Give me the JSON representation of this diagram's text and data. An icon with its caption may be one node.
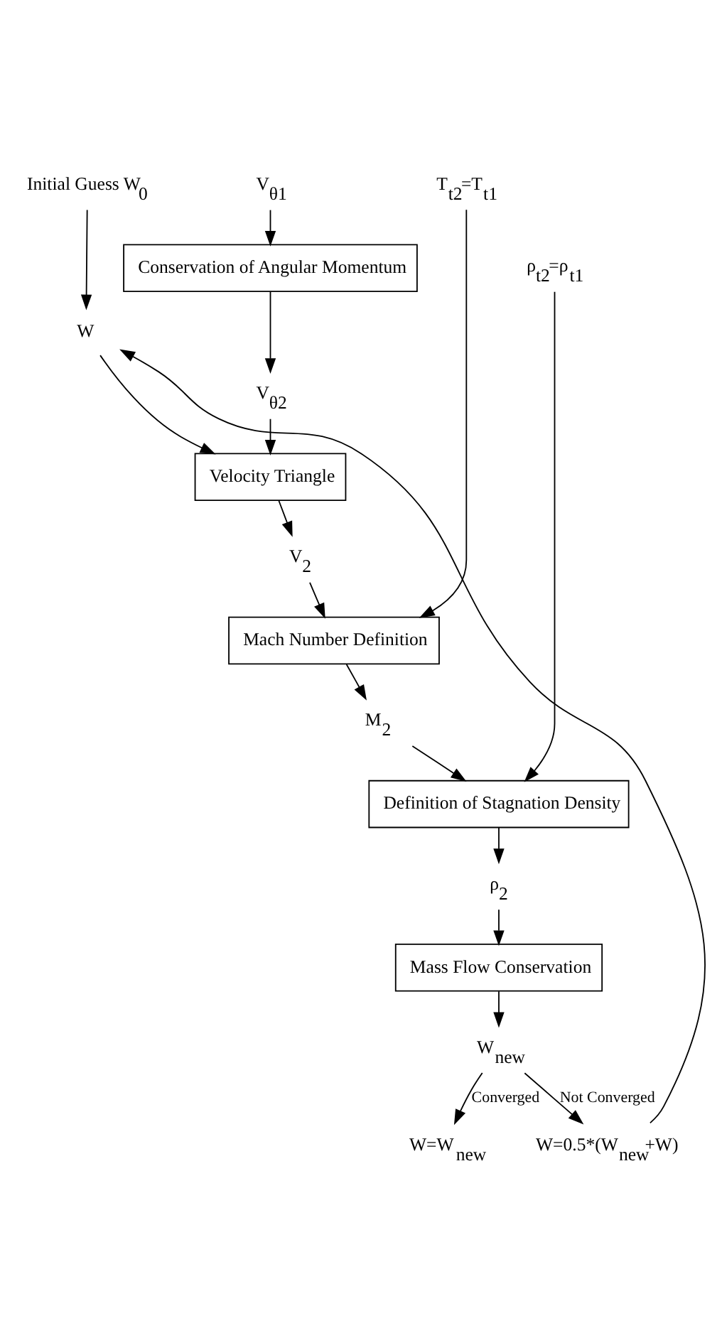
{
  "diagram": {
    "nodes": [
      {
        "text": [
          "Initial Guess W$_{0}$"
        ]
      },
      {
        "text": [
          "V$_{θ1}$"
        ]
      },
      {
        "text": [
          "T$_{t2}$=T$_{t1}$"
        ]
      },
      {
        "text": [
          "ρ$_{t2}$=ρ$_{t1}$"
        ]
      },
      {
        "text": [
          "Conservation of Angular Momentum"
        ]
      },
      {
        "text": [
          "W"
        ]
      },
      {
        "text": [
          "V$_{θ2}$"
        ]
      },
      {
        "text": [
          "Velocity Triangle"
        ]
      },
      {
        "text": [
          "V$_{2}$"
        ]
      },
      {
        "text": [
          "Mach Number Definition"
        ]
      },
      {
        "text": [
          "M$_{2}$"
        ]
      },
      {
        "text": [
          "Definition of Stagnation Density"
        ]
      },
      {
        "text": [
          "ρ$_{2}$"
        ]
      },
      {
        "text": [
          "Mass Flow Conservation"
        ]
      },
      {
        "text": [
          "W$_{new}$"
        ]
      },
      {
        "text": [
          "W=0.5*(W$_{new}$+W)"
        ]
      },
      {
        "text": [
          "W=W$_{new}$"
        ]
      }
    ],
    "edges": [
      {
        "from": 0,
        "to": 5,
        "arrow": "to"
      },
      {
        "from": 1,
        "to": 4,
        "arrow": "to"
      },
      {
        "from": 4,
        "to": 6,
        "arrow": "to"
      },
      {
        "from": 5,
        "to": 7,
        "arrow": "to"
      },
      {
        "from": 6,
        "to": 7,
        "arrow": "to"
      },
      {
        "from": 7,
        "to": 8,
        "arrow": "to"
      },
      {
        "from": 8,
        "to": 9,
        "arrow": "to"
      },
      {
        "from": 2,
        "to": 9,
        "arrow": "to"
      },
      {
        "from": 9,
        "to": 10,
        "arrow": "to"
      },
      {
        "from": 10,
        "to": 11,
        "arrow": "to"
      },
      {
        "from": 3,
        "to": 11,
        "arrow": "to"
      },
      {
        "from": 11,
        "to": 12,
        "arrow": "to"
      },
      {
        "from": 12,
        "to": 13,
        "arrow": "to"
      },
      {
        "from": 13,
        "to": 14,
        "arrow": "to"
      },
      {
        "from": 14,
        "to": 15,
        "arrow": "to",
        "label": "Not Converged"
      },
      {
        "from": 14,
        "to": 16,
        "arrow": "to",
        "label": "Converged"
      },
      {
        "from": 15,
        "to": 5,
        "arrow": "to"
      }
    ]
  }
}
